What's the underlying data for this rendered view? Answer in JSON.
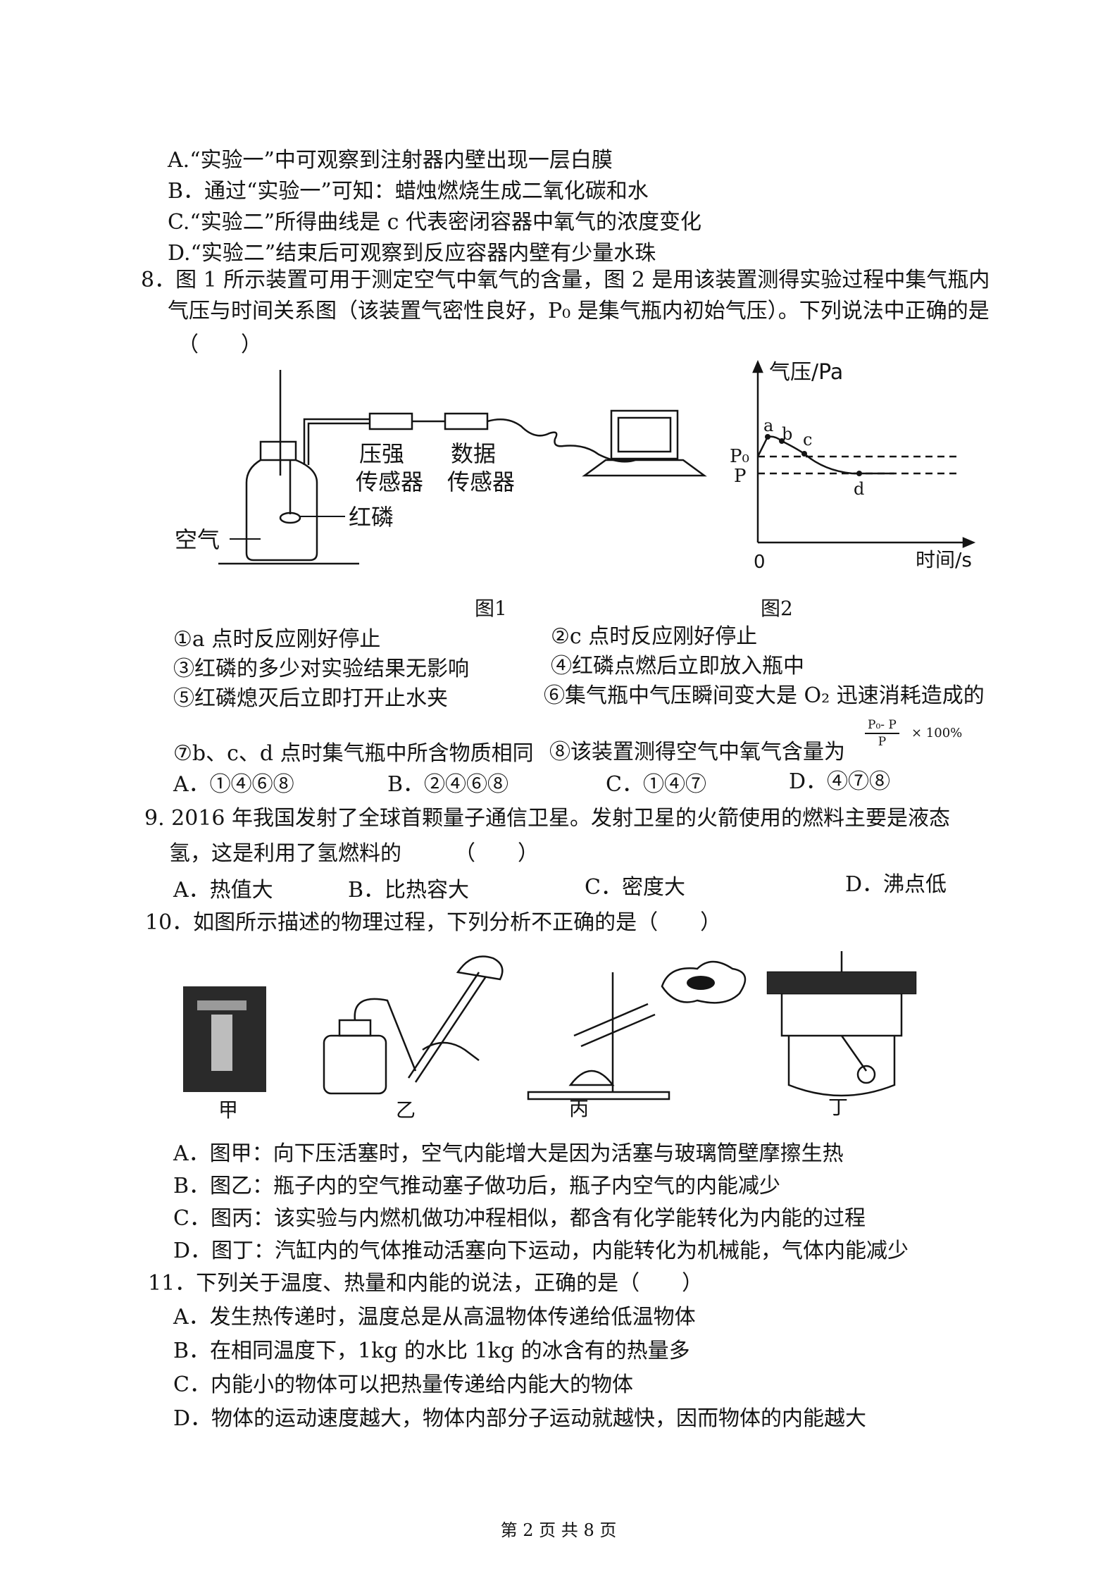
{
  "q7_options": {
    "A": "A.“实验一”中可观察到注射器内壁出现一层白膜",
    "B": "B．通过“实验一”可知：蜡烛燃烧生成二氧化碳和水",
    "C": "C.“实验二”所得曲线是 c 代表密闭容器中氧气的浓度变化",
    "D": "D.“实验二”结束后可观察到反应容器内壁有少量水珠"
  },
  "q8": {
    "stem_line1": "8．图 1 所示装置可用于测定空气中氧气的含量，图 2 是用该装置测得实验过程中集气瓶内",
    "stem_line2": "气压与时间关系图（该装置气密性良好，P₀ 是集气瓶内初始气压）。下列说法中正确的是",
    "bracket": "（　　）",
    "fig1": {
      "sensor1_line1": "压强",
      "sensor1_line2": "传感器",
      "sensor2_line1": "数据",
      "sensor2_line2": "传感器",
      "red_p": "红磷",
      "air": "空气",
      "caption": "图1"
    },
    "fig2": {
      "ylabel": "气压/Pa",
      "xlabel": "时间/s",
      "origin": "0",
      "p0": "P₀",
      "p": "P",
      "a": "a",
      "b": "b",
      "c": "c",
      "d": "d",
      "caption": "图2"
    },
    "s1": "①a 点时反应刚好停止",
    "s2": "②c 点时反应刚好停止",
    "s3": "③红磷的多少对实验结果无影响",
    "s4": "④红磷点燃后立即放入瓶中",
    "s5": "⑤红磷熄灭后立即打开止水夹",
    "s6": "⑥集气瓶中气压瞬间变大是 O₂ 迅速消耗造成的",
    "s7": "⑦b、c、d 点时集气瓶中所含物质相同",
    "s8": "⑧该装置测得空气中氧气含量为",
    "formula_num": "P₀- P",
    "formula_den": "P",
    "formula_tail": "× 100%",
    "optA": "A．①④⑥⑧",
    "optB": "B．②④⑥⑧",
    "optC": "C．①④⑦",
    "optD": "D．④⑦⑧"
  },
  "q9": {
    "line1": "9. 2016 年我国发射了全球首颗量子通信卫星。发射卫星的火箭使用的燃料主要是液态",
    "line2": "氢，这是利用了氢燃料的　　　（　　）",
    "optA": "A．热值大",
    "optB": "B．比热容大",
    "optC": "C．密度大",
    "optD": "D．沸点低"
  },
  "q10": {
    "stem": "10．如图所示描述的物理过程，下列分析不正确的是（　　）",
    "labels": [
      "甲",
      "乙",
      "丙",
      "丁"
    ],
    "optA": "A．图甲：向下压活塞时，空气内能增大是因为活塞与玻璃筒壁摩擦生热",
    "optB": "B．图乙：瓶子内的空气推动塞子做功后，瓶子内空气的内能减少",
    "optC": "C．图丙：该实验与内燃机做功冲程相似，都含有化学能转化为内能的过程",
    "optD": "D．图丁：汽缸内的气体推动活塞向下运动，内能转化为机械能，气体内能减少"
  },
  "q11": {
    "stem": "11．下列关于温度、热量和内能的说法，正确的是（　　）",
    "optA": "A．发生热传递时，温度总是从高温物体传递给低温物体",
    "optB": "B．在相同温度下，1kg 的水比 1kg 的冰含有的热量多",
    "optC": "C．内能小的物体可以把热量传递给内能大的物体",
    "optD": "D．物体的运动速度越大，物体内部分子运动就越快，因而物体的内能越大"
  },
  "footer": "第 2 页 共 8 页"
}
